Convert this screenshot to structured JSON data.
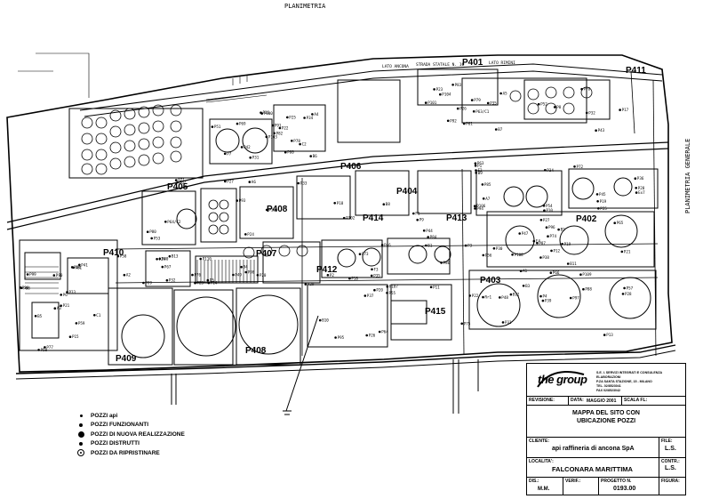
{
  "header_text": "PLANIMETRIA",
  "side_text": "PLANIMETRIA GENERALE",
  "street_labels": [
    "LATO ANCONA",
    "STRADA STATALE N. 16",
    "LATO RIMINI"
  ],
  "well_labels": [
    "P401",
    "P411",
    "P406",
    "P404",
    "P402",
    "P403",
    "P405",
    "P408",
    "P407",
    "P410",
    "P414",
    "P413",
    "P415",
    "P409",
    "P408",
    "P412"
  ],
  "small_labels": [
    "P103",
    "P104",
    "P105",
    "P106",
    "P107",
    "P108",
    "P109",
    "P110",
    "P81",
    "P82",
    "P83",
    "P84",
    "P85",
    "P86",
    "P87",
    "P88",
    "P89",
    "P90",
    "P91",
    "P92",
    "P93",
    "P94",
    "P95",
    "P96",
    "P97",
    "P98",
    "P99",
    "P100",
    "P101",
    "P102",
    "P36",
    "P37",
    "P38",
    "P39",
    "P40",
    "P41",
    "P42",
    "P43",
    "P44",
    "P45",
    "P46",
    "P47",
    "P48",
    "P49",
    "P50",
    "P51",
    "P52",
    "P53",
    "P54",
    "P55",
    "P56",
    "P57",
    "P58",
    "P59",
    "P60",
    "P61",
    "P62",
    "P63",
    "P64",
    "P65",
    "P66",
    "P67",
    "P68",
    "P69",
    "P70",
    "P71",
    "P72",
    "P73",
    "P74",
    "P75",
    "P76",
    "P77",
    "P78",
    "P79",
    "P80",
    "P1",
    "P2",
    "P3",
    "P4",
    "P5",
    "P6",
    "P7",
    "P8",
    "P9",
    "P10",
    "P11",
    "P12",
    "P13",
    "P14",
    "P15",
    "P16",
    "P17",
    "P18",
    "P19",
    "P20",
    "P21",
    "P22",
    "P23",
    "P24",
    "P25",
    "P26",
    "P27",
    "P28",
    "P29",
    "P30",
    "P31",
    "P32",
    "P33",
    "P34",
    "P35",
    "F1",
    "F2",
    "F3",
    "F4",
    "A1",
    "A2",
    "A3",
    "A4",
    "A5",
    "A6",
    "A7",
    "B1",
    "B2",
    "B3",
    "B4",
    "B5",
    "B6",
    "B7",
    "B8",
    "B9",
    "B10",
    "B11",
    "B12",
    "B13",
    "C1",
    "C2",
    "P63/C1",
    "P64/C2",
    "Ex7",
    "P18",
    "P19",
    "Rr1",
    "P20",
    "P21",
    "P22",
    "P23",
    "P24",
    "P25",
    "P26",
    "P27",
    "P28",
    "P29",
    "P30",
    "P31",
    "P32",
    "P33",
    "P34",
    "P35"
  ],
  "legend": [
    {
      "symbol": "small-dot",
      "text": "POZZI api"
    },
    {
      "symbol": "medium-dot",
      "text": "POZZI FUNZIONANTI"
    },
    {
      "symbol": "large-dot",
      "text": "POZZI DI NUOVA REALIZZAZIONE"
    },
    {
      "symbol": "medium-dot",
      "text": "POZZI DISTRUTTI"
    },
    {
      "symbol": "ring-dot",
      "text": "POZZI DA RIPRISTINARE"
    }
  ],
  "titleblock": {
    "logo_text": "the group",
    "company_lines": [
      "S.E. I. SERVIZI INTEGRATI E CONSULENZA ELABORAZIONI",
      "P.ZA SANTA STAZIONE, 15 - MILANO",
      "TEL. 02/8523041",
      "FAX 02/8523042"
    ],
    "revision_label": "REVISIONE:",
    "date_label": "DATA:",
    "date_value": "MAGGIO 2001",
    "scale_label": "SCALA FL:",
    "title_line1": "MAPPA DEL SITO CON",
    "title_line2": "UBICAZIONE POZZI",
    "client_label": "CLIENTE:",
    "client_value": "api raffineria di ancona SpA",
    "file_label": "FILE:",
    "file_value": "L.S.",
    "location_label": "LOCALITA':",
    "location_value": "FALCONARA MARITTIMA",
    "check_label": "CONTR.:",
    "check_value": "L.S.",
    "drawn_label": "DIS.:",
    "drawn_value": "M.M.",
    "approved_label": "VERIF.:",
    "project_label": "PROGETTO N.",
    "project_value": "0193.00",
    "figure_label": "FIGURA:"
  }
}
